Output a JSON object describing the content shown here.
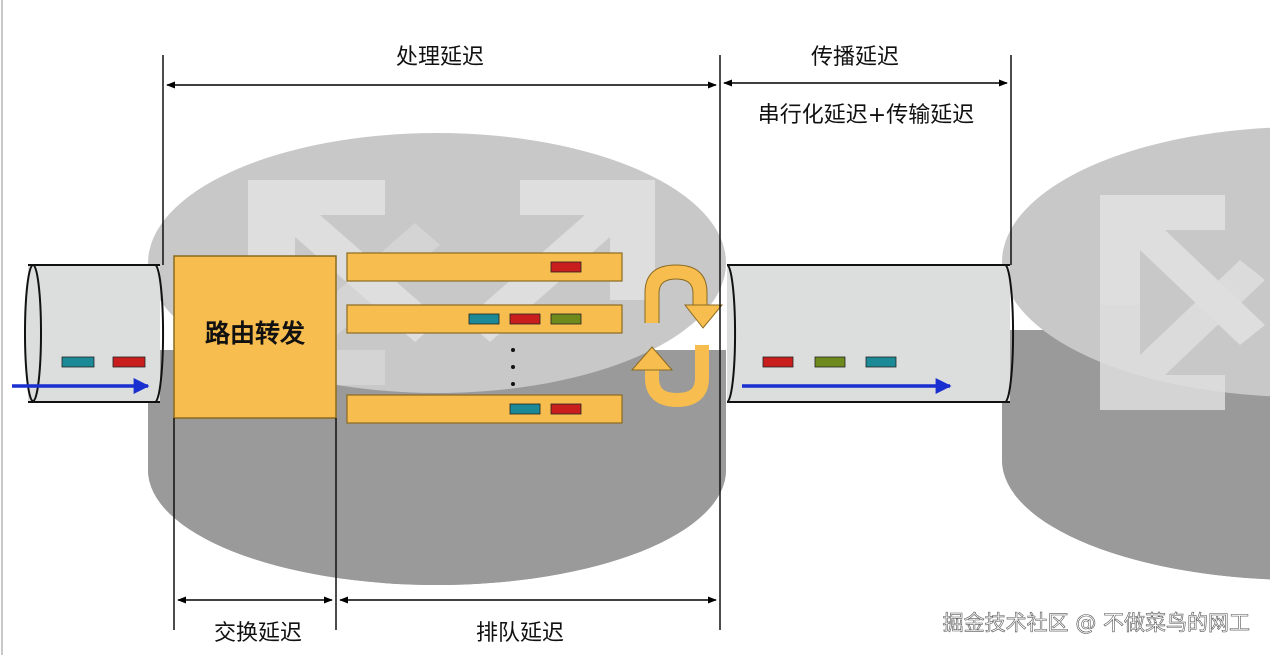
{
  "labels": {
    "processing_delay": "处理延迟",
    "propagation_delay": "传播延迟",
    "serialization_transmission": "串行化延迟+传输延迟",
    "routing_forwarding": "路由转发",
    "switching_delay": "交换延迟",
    "queuing_delay": "排队延迟",
    "queue_ellipsis": "·\n·\n·"
  },
  "watermark": "掘金技术社区 @ 不做菜鸟的网工",
  "colors": {
    "router_top": "#c8c8c8",
    "router_side": "#9a9a9a",
    "pipe": "#dcdedd",
    "box": "#f7bd4f",
    "packet_teal": "#1b8a96",
    "packet_red": "#c81e1e",
    "packet_green": "#6e8a1c",
    "arrow_blue": "#1a2fd0"
  },
  "icons": [
    "router-symbol-icon",
    "loop-arrow-icon",
    "flow-arrow-icon"
  ]
}
